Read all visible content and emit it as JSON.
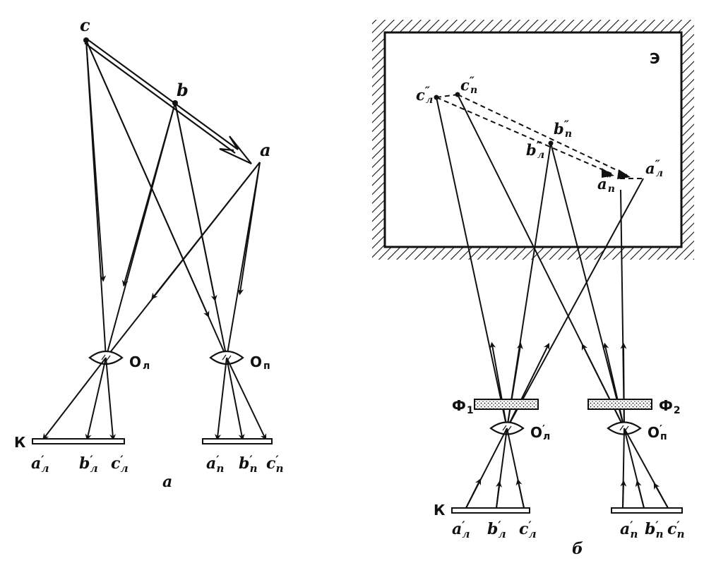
{
  "diagram": {
    "panel_a": {
      "caption": "а",
      "object_labels": {
        "c": "c",
        "b": "b",
        "a": "a"
      },
      "lens_left": "О",
      "lens_left_sub": "л",
      "lens_right": "О",
      "lens_right_sub": "п",
      "plate_label": "К",
      "image_labels_left": [
        {
          "main": "a",
          "prime": "′",
          "sub": "л"
        },
        {
          "main": "b",
          "prime": "′",
          "sub": "л"
        },
        {
          "main": "c",
          "prime": "′",
          "sub": "л"
        }
      ],
      "image_labels_right": [
        {
          "main": "a",
          "prime": "′",
          "sub": "п"
        },
        {
          "main": "b",
          "prime": "′",
          "sub": "п"
        },
        {
          "main": "c",
          "prime": "′",
          "sub": "п"
        }
      ]
    },
    "panel_b": {
      "caption": "б",
      "screen_label": "Э",
      "screen_points": [
        {
          "main": "c",
          "prime": "″",
          "sub": "л"
        },
        {
          "main": "c",
          "prime": "″",
          "sub": "п"
        },
        {
          "main": "b",
          "prime": "″",
          "sub": "п"
        },
        {
          "main": "b",
          "prime": "″",
          "sub": "л"
        },
        {
          "main": "a",
          "prime": "″",
          "sub": "л"
        },
        {
          "main": "a",
          "prime": "″",
          "sub": "п"
        }
      ],
      "filter_left": "Ф",
      "filter_left_sub": "1",
      "filter_right": "Ф",
      "filter_right_sub": "2",
      "lens_left": "О",
      "lens_left_prime": "′",
      "lens_left_sub": "л",
      "lens_right": "О",
      "lens_right_prime": "′",
      "lens_right_sub": "п",
      "plate_label": "К",
      "image_labels_left": [
        {
          "main": "a",
          "prime": "′",
          "sub": "л"
        },
        {
          "main": "b",
          "prime": "′",
          "sub": "л"
        },
        {
          "main": "c",
          "prime": "′",
          "sub": "л"
        }
      ],
      "image_labels_right": [
        {
          "main": "a",
          "prime": "′",
          "sub": "п"
        },
        {
          "main": "b",
          "prime": "′",
          "sub": "п"
        },
        {
          "main": "c",
          "prime": "′",
          "sub": "п"
        }
      ]
    }
  }
}
